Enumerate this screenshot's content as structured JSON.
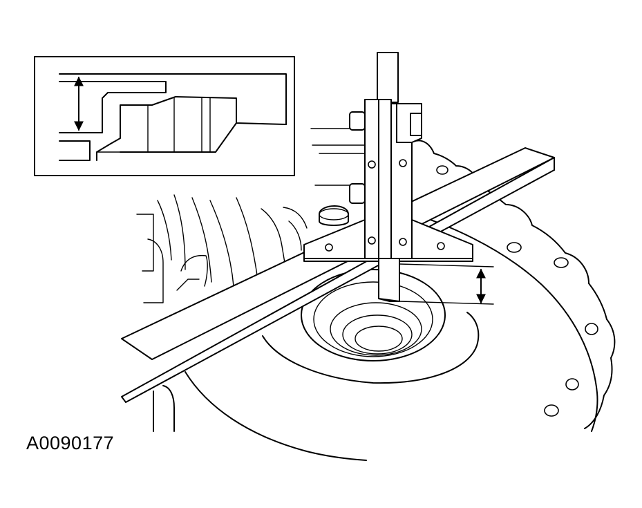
{
  "figure": {
    "id_label": "A0090177",
    "style": "black line art on white",
    "ink_color": "#000000",
    "background_color": "#ffffff"
  },
  "parts": [
    "depth-gauge",
    "straightedge",
    "transmission-case",
    "detail-inset"
  ],
  "icons": {
    "measurement": "double-arrow-icon",
    "inset_measurement": "double-arrow-icon"
  }
}
